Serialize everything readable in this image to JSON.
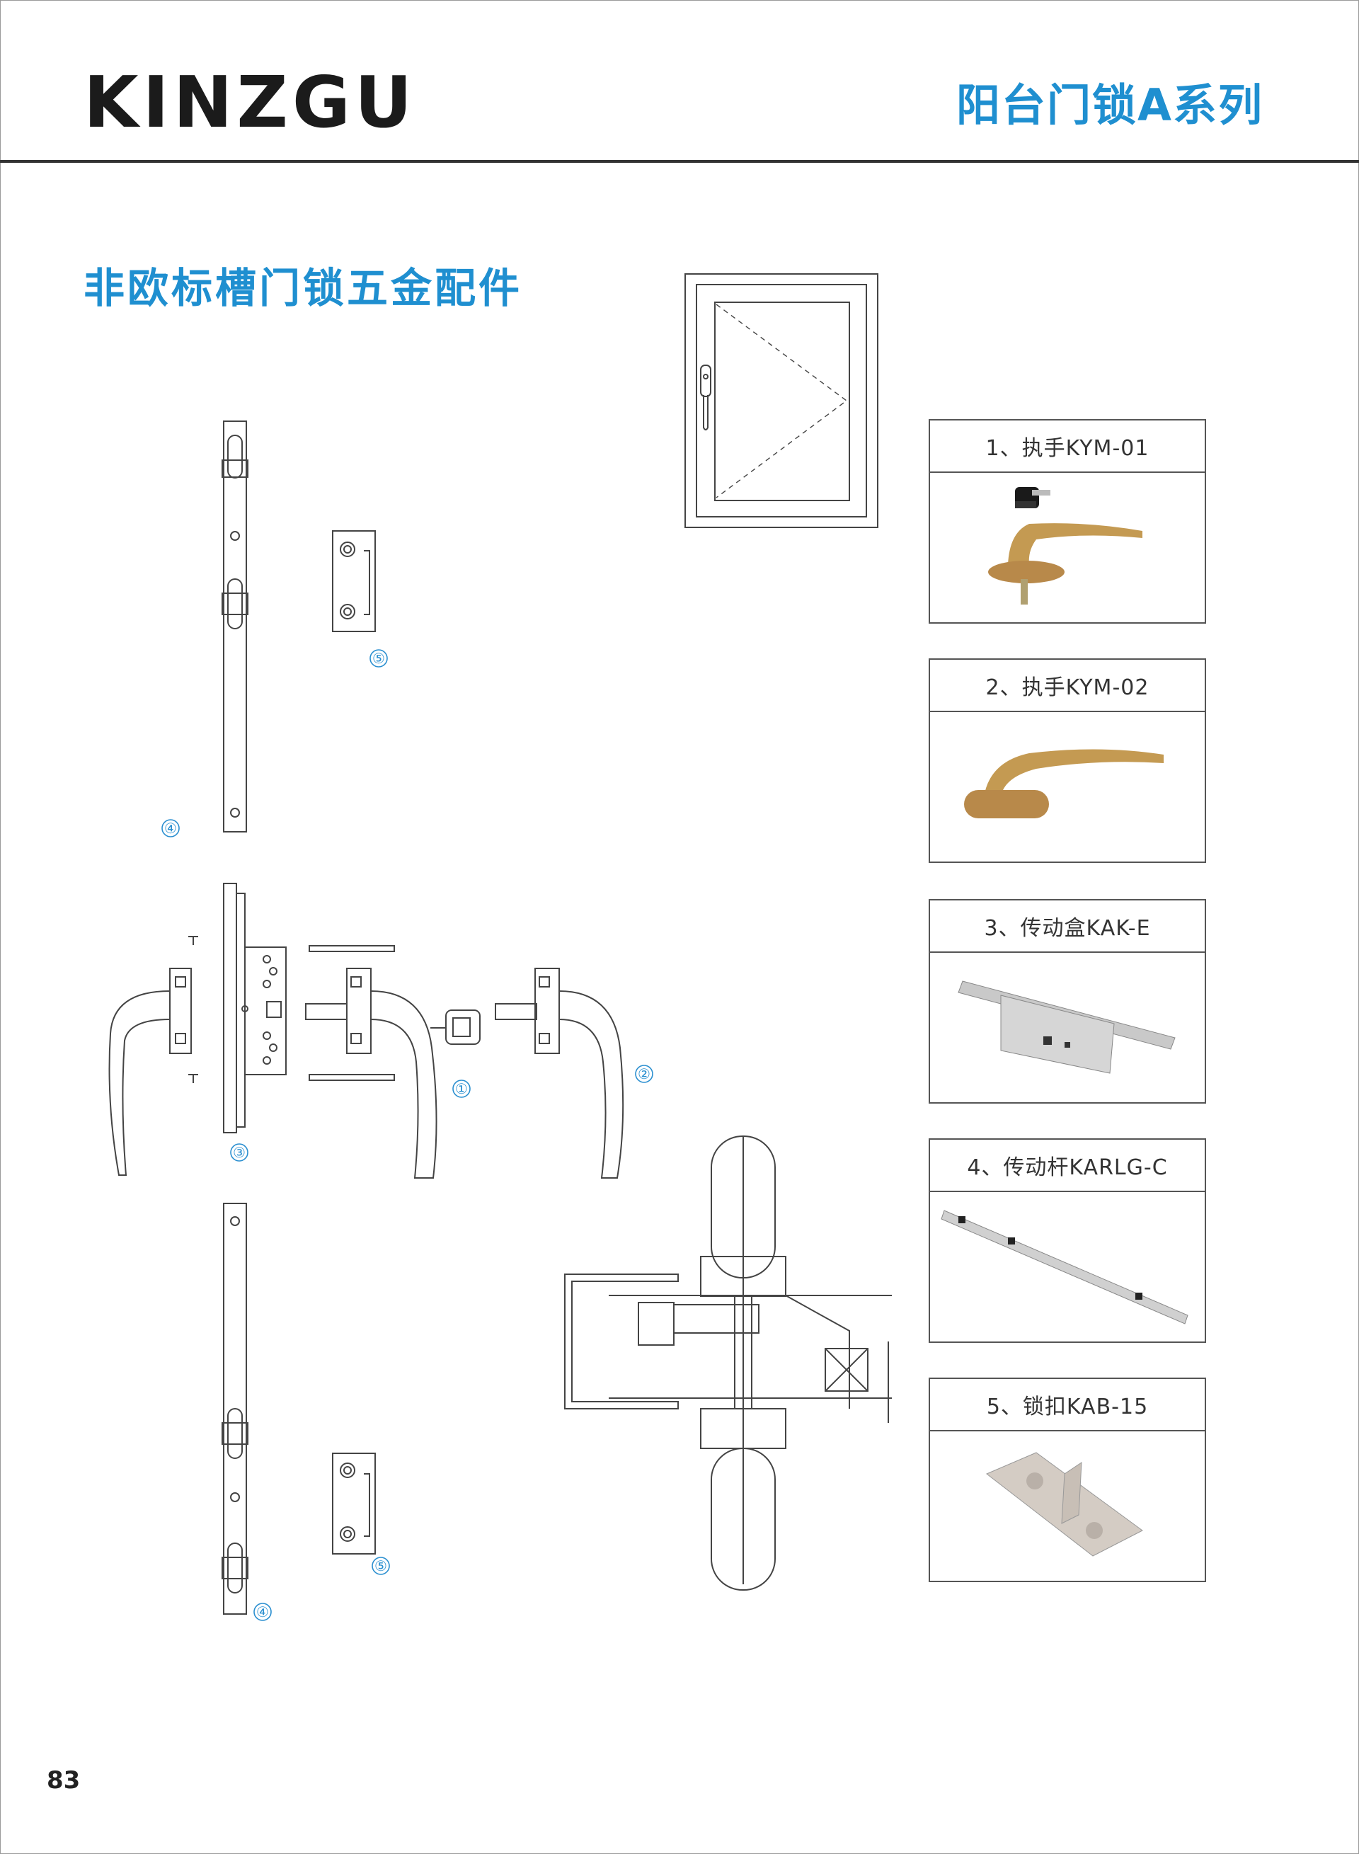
{
  "header": {
    "brand": "KINZGU",
    "series_title": "阳台门锁A系列"
  },
  "section": {
    "title": "非欧标槽门锁五金配件"
  },
  "callouts": [
    "①",
    "②",
    "③",
    "④",
    "⑤"
  ],
  "parts": [
    {
      "label": "1、执手KYM-01",
      "icon": "key-lock-handle-photo"
    },
    {
      "label": "2、执手KYM-02",
      "icon": "gold-handle-photo"
    },
    {
      "label": "3、传动盒KAK-E",
      "icon": "gearbox-photo"
    },
    {
      "label": "4、传动杆KARLG-C",
      "icon": "drive-rod-photo"
    },
    {
      "label": "5、锁扣KAB-15",
      "icon": "keeper-photo"
    }
  ],
  "footer": {
    "page_number": "83"
  },
  "colors": {
    "accent": "#1f8fd0",
    "gold": "#c49a52",
    "silver": "#c9c9c9",
    "line": "#333333"
  }
}
